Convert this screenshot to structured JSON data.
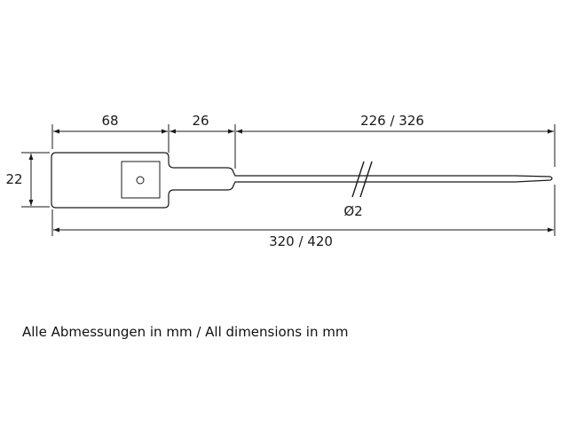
{
  "dimensions": {
    "tag_length": "68",
    "neck_length": "26",
    "tail_length": "226 / 326",
    "height": "22",
    "diameter": "Ø2",
    "overall_length": "320 / 420"
  },
  "note": "Alle Abmessungen in mm / All dimensions in mm",
  "colors": {
    "line": "#1a1a1a",
    "text": "#111111",
    "background": "#ffffff"
  }
}
